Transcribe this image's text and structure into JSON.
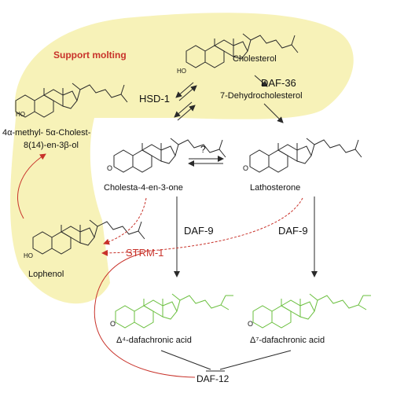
{
  "labels": {
    "support_molting": "Support molting",
    "cholesterol": "Cholesterol",
    "daf36": "DAF-36",
    "dehydrocholesterol": "7-Dehydrocholesterol",
    "hsd1": "HSD-1",
    "question": "?",
    "cholesta": "Cholesta-4-en-3-one",
    "lathosterone": "Lathosterone",
    "methyl_line1": "4α-methyl- 5α-Cholest-",
    "methyl_line2": "8(14)-en-3β-ol",
    "lophenol": "Lophenol",
    "daf9_left": "DAF-9",
    "daf9_right": "DAF-9",
    "strm1": "STRM-1",
    "delta4_acid": "Δ⁴-dafachronic acid",
    "delta7_acid": "Δ⁷-dafachronic acid",
    "daf12": "DAF-12",
    "ho_left_top": "HO",
    "ho_left_bottom": "HO",
    "ho_chol": "HO",
    "o_cholesta": "O",
    "o_latho": "O",
    "o_acid_left": "O",
    "o_acid_right": "O"
  },
  "colors": {
    "highlight": "#f7f2b8",
    "red": "#c8322a",
    "acid_green": "#6abf3e",
    "line": "#2a2a2a"
  }
}
